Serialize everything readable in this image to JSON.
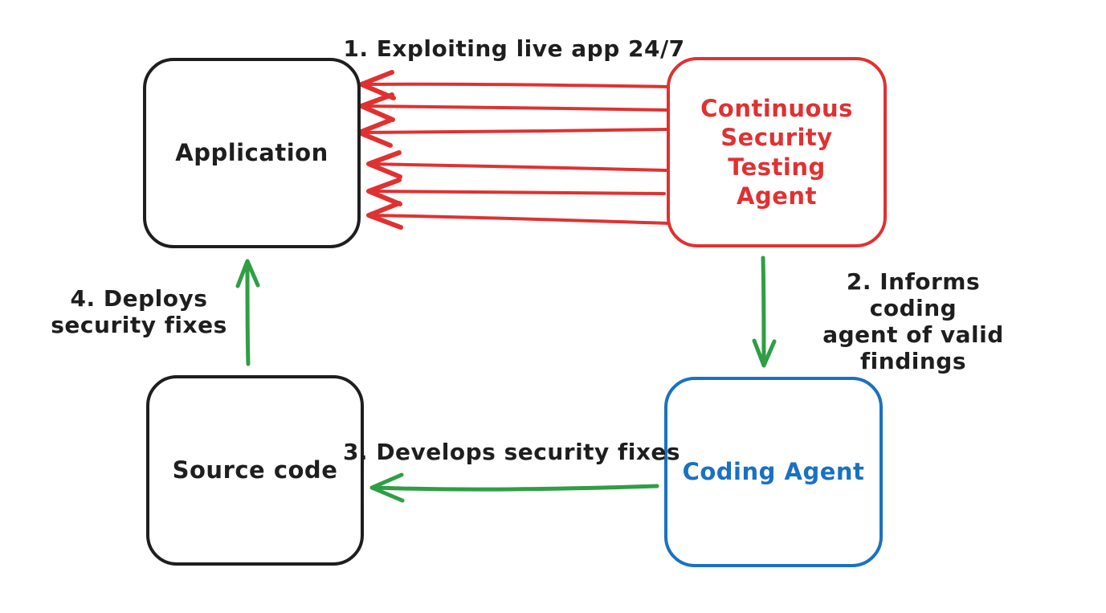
{
  "colors": {
    "black": "#1e1e1e",
    "red": "#e03131",
    "green": "#2f9e44",
    "blue": "#1971c2",
    "background": "#ffffff"
  },
  "nodes": {
    "application": {
      "label": "Application",
      "color": "#1e1e1e"
    },
    "cst_agent": {
      "label": "Continuous\nSecurity Testing\nAgent",
      "color": "#e03131"
    },
    "source_code": {
      "label": "Source code",
      "color": "#1e1e1e"
    },
    "coding_agent": {
      "label": "Coding Agent",
      "color": "#1971c2"
    }
  },
  "edges": {
    "exploiting": {
      "label": "1. Exploiting live app 24/7",
      "from": "Continuous Security Testing Agent",
      "to": "Application",
      "color": "#e03131",
      "arrow_count": 6
    },
    "informs": {
      "label": "2. Informs coding\nagent of valid findings",
      "from": "Continuous Security Testing Agent",
      "to": "Coding Agent",
      "color": "#2f9e44"
    },
    "develops": {
      "label": "3. Develops security fixes",
      "from": "Coding Agent",
      "to": "Source code",
      "color": "#2f9e44"
    },
    "deploys": {
      "label": "4. Deploys\nsecurity fixes",
      "from": "Source code",
      "to": "Application",
      "color": "#2f9e44"
    }
  }
}
